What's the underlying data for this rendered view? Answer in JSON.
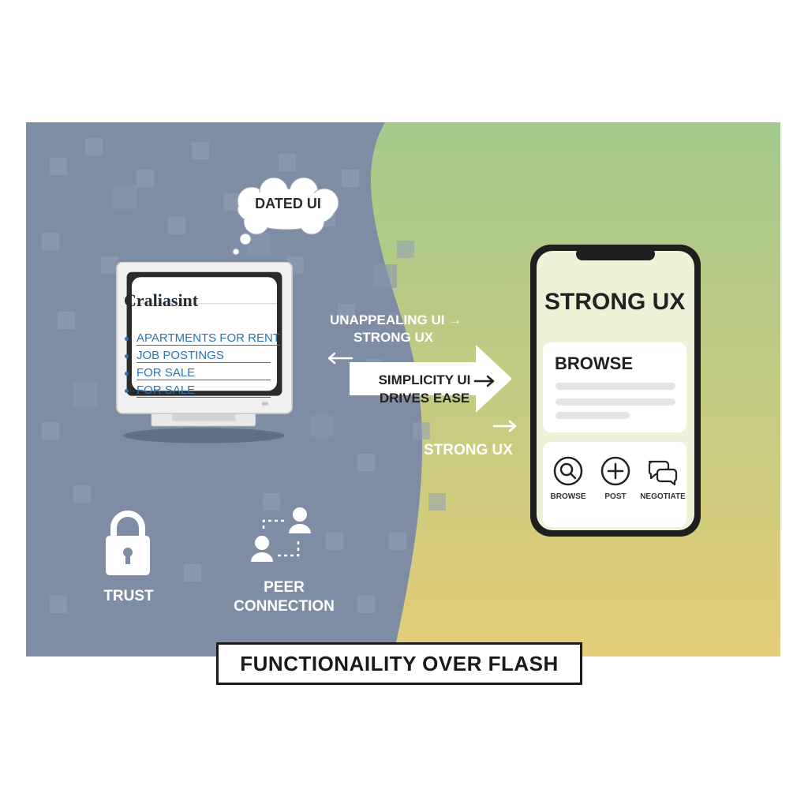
{
  "colors": {
    "left_bg": "#7d8ca3",
    "right_top": "#a6c98a",
    "right_bottom": "#e2cd78",
    "link_blue": "#2a73b8"
  },
  "thought_bubble": {
    "text": "DATED UI"
  },
  "monitor": {
    "site_title": "Craliasint",
    "links": [
      {
        "label": "APARTMENTS FOR RENT"
      },
      {
        "label": "JOB POSTINGS"
      },
      {
        "label": "FOR SALE"
      },
      {
        "label": "FOR SALE"
      }
    ]
  },
  "middle": {
    "line1": "UNAPPEALING UI →",
    "line2": "STRONG UX",
    "arrow_text_1": "SIMPLICITY UI",
    "arrow_text_2": "DRIVES EASE",
    "bottom": "STRONG UX"
  },
  "phone": {
    "title": "STRONG UX",
    "card_title": "BROWSE",
    "icons": [
      {
        "icon": "search-icon",
        "label": "BROWSE"
      },
      {
        "icon": "plus-icon",
        "label": "POST"
      },
      {
        "icon": "chat-icon",
        "label": "NEGOTIATE"
      }
    ]
  },
  "bottom_icons": {
    "trust": "TRUST",
    "peer_1": "PEER",
    "peer_2": "CONNECTION"
  },
  "caption": "FUNCTIONAILITY OVER FLASH"
}
